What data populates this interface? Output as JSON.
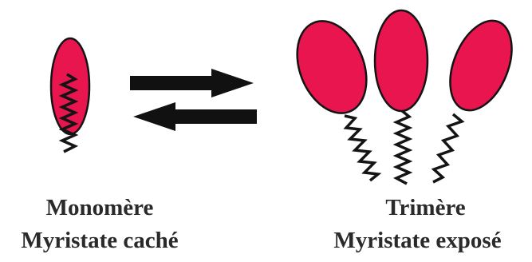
{
  "colors": {
    "protein_fill": "#e8154f",
    "outline": "#141414",
    "arrow": "#111111"
  },
  "monomer": {
    "title": "Monomère",
    "subtitle": "Myristate caché"
  },
  "trimer": {
    "title": "Trimère",
    "subtitle": "Myristate exposé"
  }
}
